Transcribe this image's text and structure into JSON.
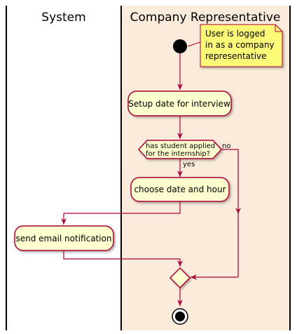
{
  "diagram": {
    "type": "uml-activity-swimlane",
    "lanes": [
      {
        "id": "system",
        "title": "System"
      },
      {
        "id": "rep",
        "title": "Company Representative"
      }
    ],
    "note": {
      "lines": [
        "User is logged",
        "in as a company",
        "representative"
      ]
    },
    "actions": {
      "setup_date": "Setup date for interview",
      "choose_date": "choose date and hour",
      "send_email": "send email notification"
    },
    "decision": {
      "lines": [
        "has student applied",
        "for the internship?"
      ],
      "yes_label": "yes",
      "no_label": "no"
    },
    "colors": {
      "lane_rep_bg": "#FAEBDA",
      "node_fill": "#FEFECE",
      "node_stroke": "#A80036",
      "note_fill": "#FBFB77",
      "arrow": "#A80036",
      "lane_border": "#000000"
    }
  }
}
